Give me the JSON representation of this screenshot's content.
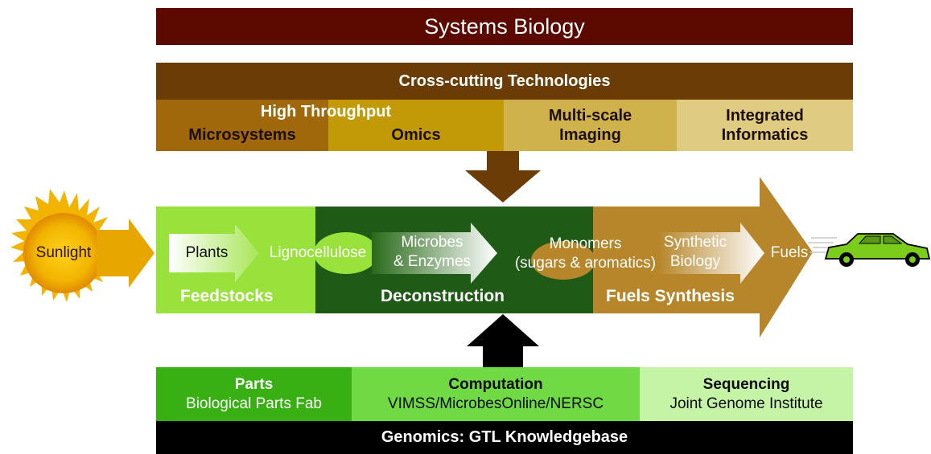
{
  "header": {
    "title": "Systems Biology"
  },
  "cross_cutting": {
    "title": "Cross-cutting Technologies",
    "high_throughput": "High Throughput",
    "microsystems": "Microsystems",
    "omics": "Omics",
    "multiscale": [
      "Multi-scale",
      "Imaging"
    ],
    "informatics": [
      "Integrated",
      "Informatics"
    ]
  },
  "pipeline": {
    "sunlight": "Sunlight",
    "plants": "Plants",
    "lignocellulose": "Lignocellulose",
    "microbes": [
      "Microbes",
      "& Enzymes"
    ],
    "monomers": [
      "Monomers",
      "(sugars & aromatics)"
    ],
    "synthetic": [
      "Synthetic",
      "Biology"
    ],
    "fuels": "Fuels",
    "feedstocks": "Feedstocks",
    "deconstruction": "Deconstruction",
    "fuels_synthesis": "Fuels Synthesis"
  },
  "bottom": {
    "parts": {
      "title": "Parts",
      "subtitle": "Biological Parts Fab"
    },
    "computation": {
      "title": "Computation",
      "subtitle": "VIMSS/MicrobesOnline/NERSC"
    },
    "sequencing": {
      "title": "Sequencing",
      "subtitle": "Joint Genome Institute"
    },
    "footer": "Genomics: GTL Knowledgebase"
  },
  "colors": {
    "header": "#5c0a00",
    "cross_head": "#6b3c06",
    "feedstocks": "#99e23b",
    "deconstruction": "#1f5a16",
    "fuels_synthesis": "#b7862a",
    "sun": "#f2b400"
  }
}
